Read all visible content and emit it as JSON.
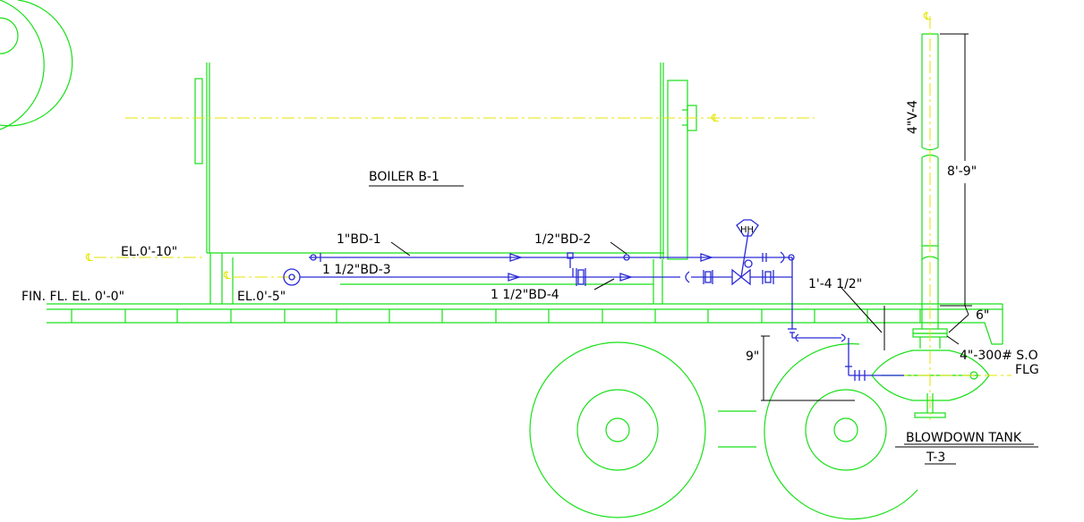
{
  "labels": {
    "boiler": "BOILER B-1",
    "el_10": "EL.0'-10\"",
    "fin_fl": "FIN. FL. EL. 0'-0\"",
    "el_5": "EL.0'-5\"",
    "bd1": "1\"BD-1",
    "bd2": "1/2\"BD-2",
    "bd3": "1 1/2\"BD-3",
    "bd4": "1 1/2\"BD-4",
    "vent": "4\"V-4",
    "dim_89": "8'-9\"",
    "dim_6": "6\"",
    "dim_14": "1'-4 1/2\"",
    "dim_9": "9\"",
    "flange": "4\"-300# S.O",
    "flange2": "FLG",
    "tank": "BLOWDOWN TANK",
    "tank_tag": "T-3",
    "valve_tag": "HH",
    "centerline": "℄"
  },
  "colors": {
    "equipment": "#18e018",
    "piping": "#2a2ad6",
    "centerline": "#e6e600",
    "text": "#000000"
  }
}
